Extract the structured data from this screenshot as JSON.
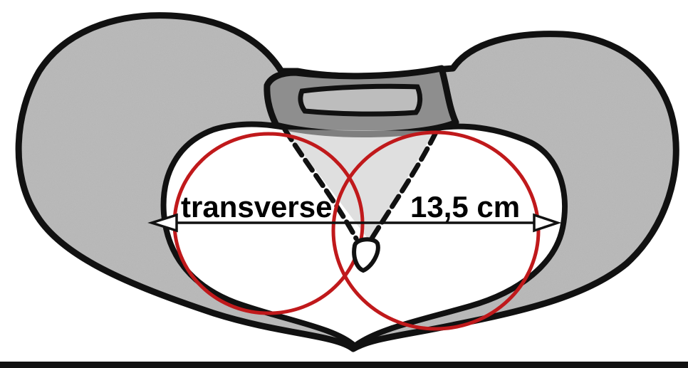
{
  "labels": {
    "transverse": "transverse",
    "measurement": "13,5 cm"
  },
  "colors": {
    "outline": "#111111",
    "bone_fill": "#a9a9a9",
    "circles": "#c0191b",
    "background": "#ffffff"
  },
  "icons": {
    "left_arrowhead": "triangle-left",
    "right_arrowhead": "triangle-right"
  }
}
